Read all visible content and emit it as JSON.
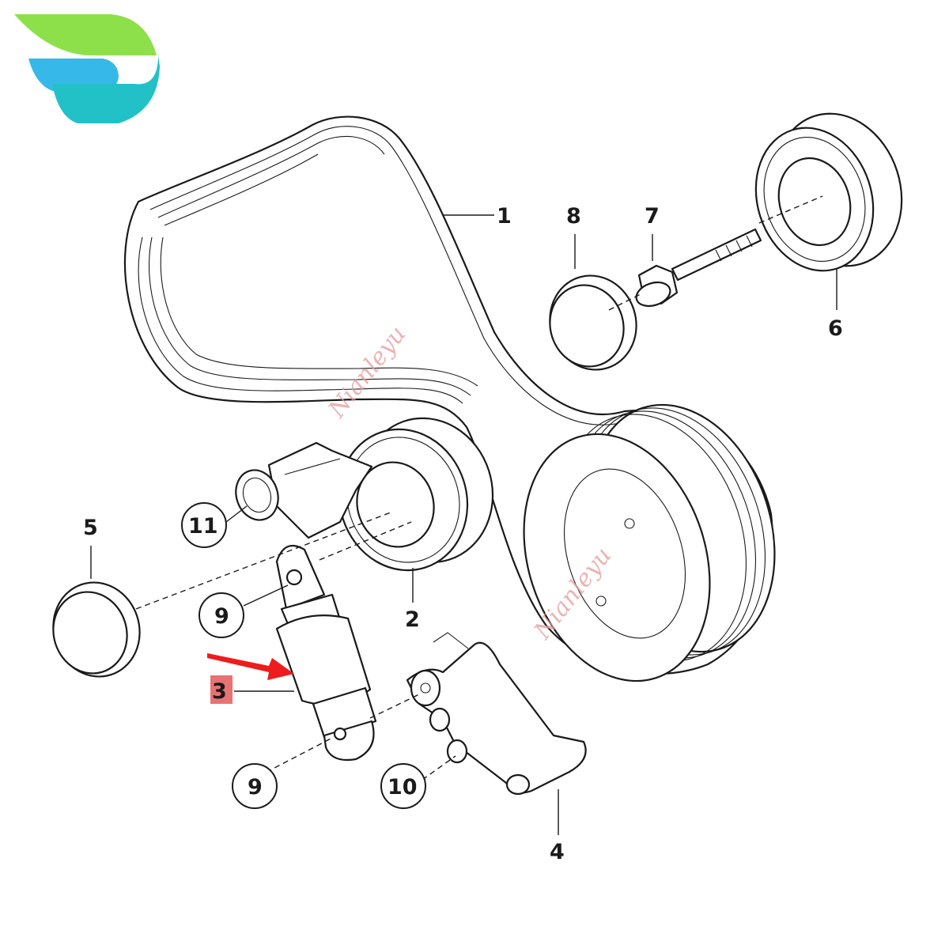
{
  "brand": {
    "logo_colors": {
      "top": "#8ee04a",
      "middle": "#36b9e8",
      "bottom": "#22c1c8"
    }
  },
  "diagram": {
    "callouts": {
      "belt": "1",
      "idler_pulley": "2",
      "tensioner": "3",
      "bracket": "4",
      "cap_left": "5",
      "pulley_right": "6",
      "bolt": "7",
      "cap_top": "8",
      "bushing_top": "9",
      "bushing_bottom": "9",
      "bushing_bracket": "10",
      "arm_bushing": "11"
    },
    "highlight": {
      "callout": "3",
      "color": "#e35b5b",
      "arrow_color": "#ee1c1c"
    },
    "watermark": {
      "text_1": "Nianleyu",
      "text_2": "Nianleyu",
      "color": "#e59b9b"
    }
  }
}
